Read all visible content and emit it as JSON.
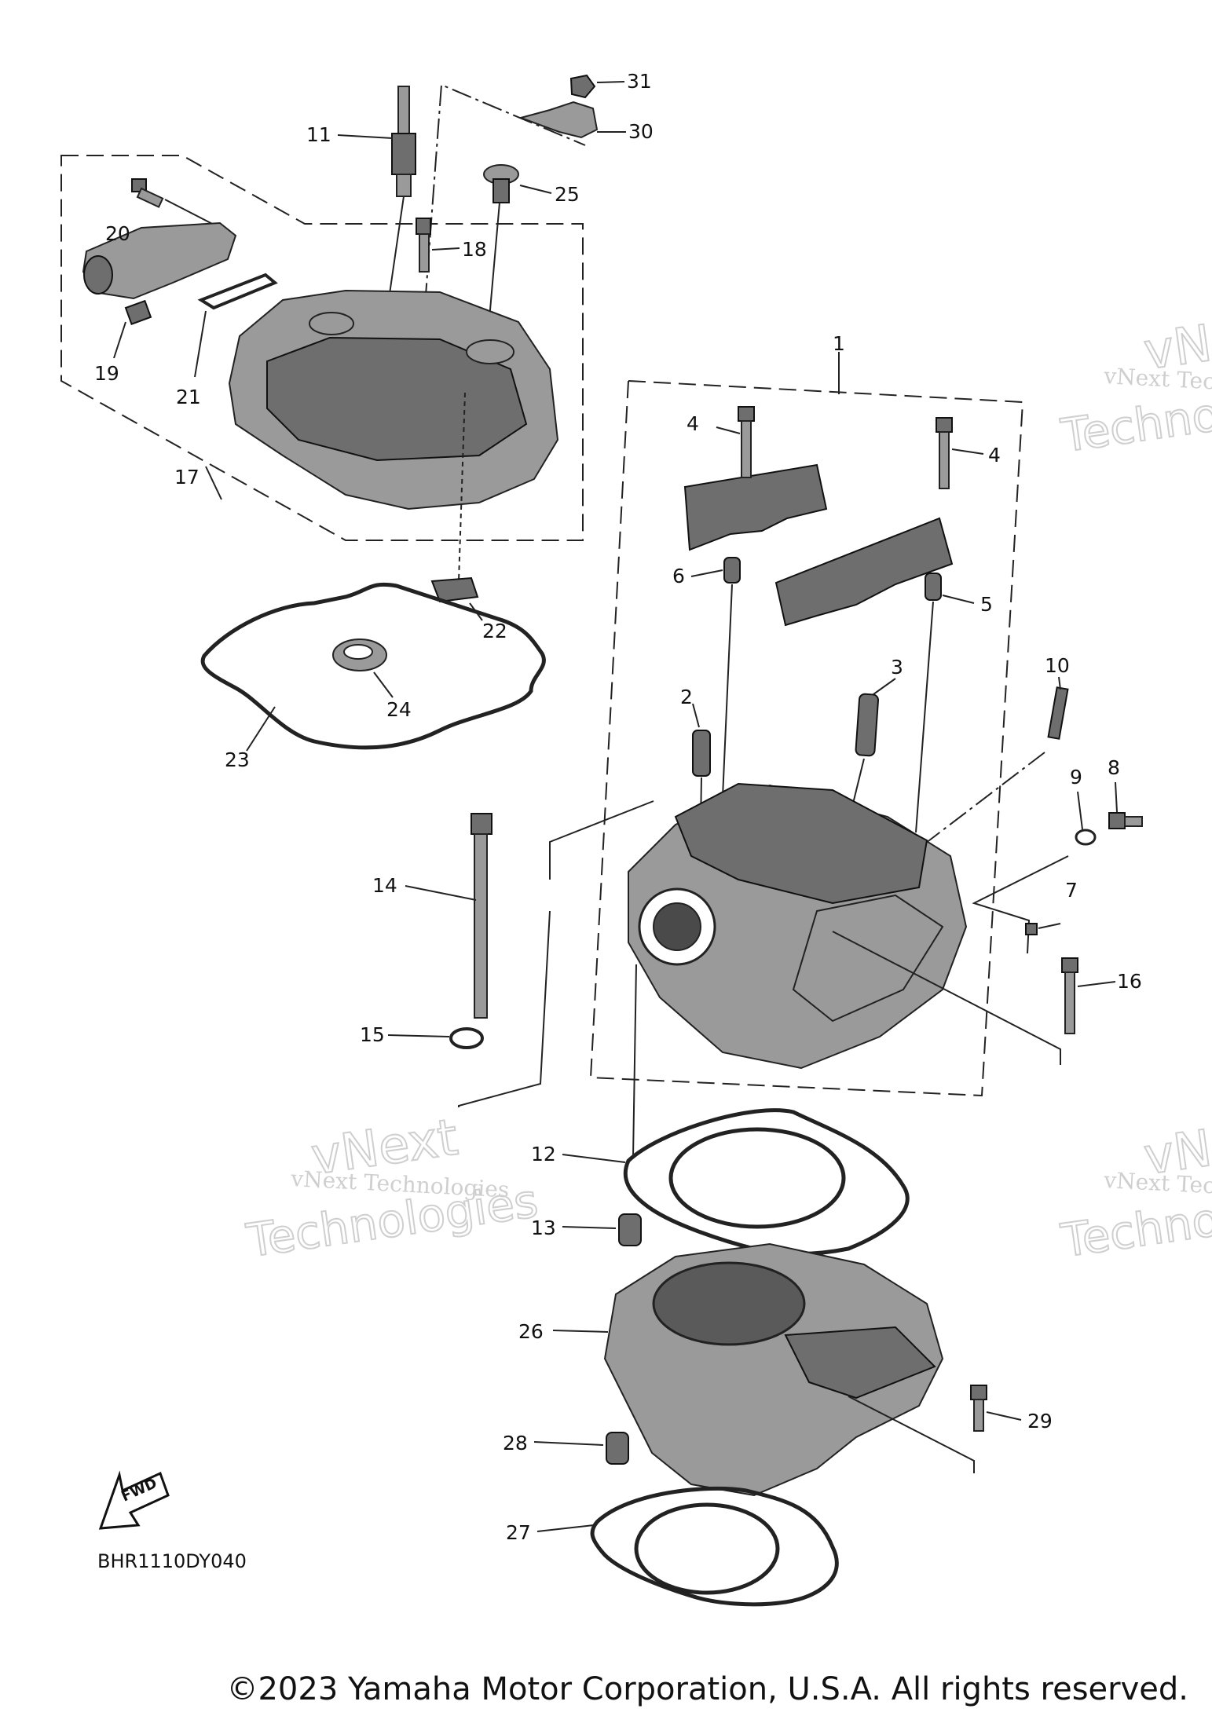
{
  "diagram_code": "BHR1110DY040",
  "fwd_label": "FWD",
  "watermark_line1": "vNext Technologies",
  "watermark_line2": "vNext",
  "watermark_line3": "Technologies",
  "copyright": "©2023 Yamaha Motor Corporation, U.S.A. All rights reserved.",
  "callouts": [
    "1",
    "2",
    "3",
    "4",
    "4",
    "5",
    "6",
    "7",
    "8",
    "9",
    "10",
    "11",
    "12",
    "13",
    "14",
    "15",
    "16",
    "17",
    "18",
    "19",
    "20",
    "21",
    "22",
    "23",
    "24",
    "25",
    "26",
    "27",
    "28",
    "29",
    "30",
    "31"
  ]
}
